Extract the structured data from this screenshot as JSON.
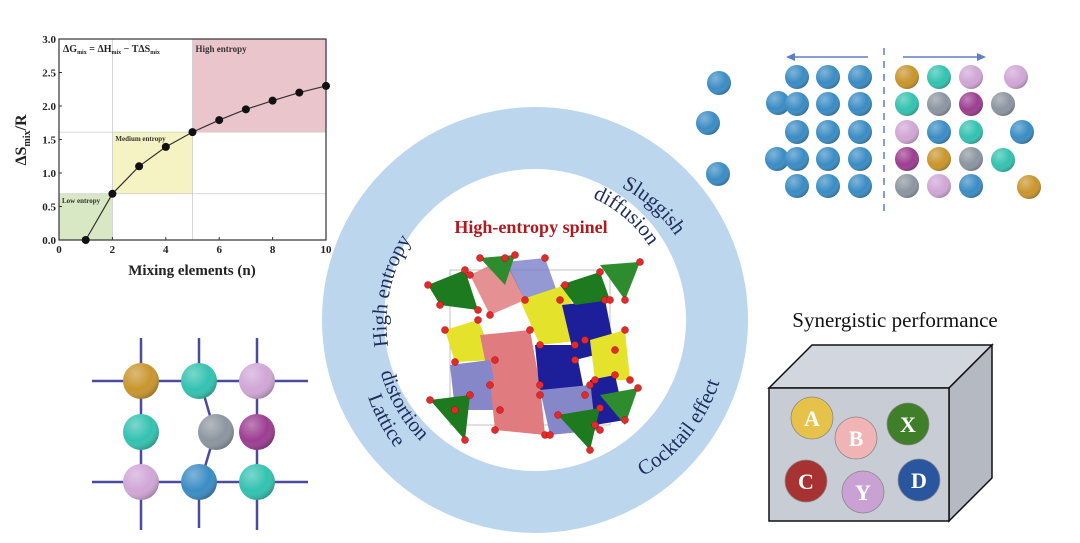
{
  "chart_data": {
    "type": "line",
    "title": "",
    "formula": "ΔG_mix = ΔH_mix − TΔS_mix",
    "formula_parts": {
      "a": "ΔG",
      "a_sub": "mix",
      "eq": " = ",
      "b": "ΔH",
      "b_sub": "mix",
      "minus": " − TΔS",
      "c_sub": "mix"
    },
    "xlabel": "Mixing elements (n)",
    "ylabel_main": "ΔS",
    "ylabel_sub": "mix",
    "ylabel_tail": "/R",
    "xlim": [
      0,
      10
    ],
    "ylim": [
      0.0,
      3.0
    ],
    "xticks": [
      0,
      2,
      4,
      6,
      8,
      10
    ],
    "yticks": [
      "0.0",
      "0.5",
      "1.0",
      "1.5",
      "2.0",
      "2.5",
      "3.0"
    ],
    "ytick_values": [
      0.0,
      0.5,
      1.0,
      1.5,
      2.0,
      2.5,
      3.0
    ],
    "x": [
      1,
      2,
      3,
      4,
      5,
      6,
      7,
      8,
      9,
      10
    ],
    "y": [
      0.0,
      0.69,
      1.1,
      1.39,
      1.61,
      1.79,
      1.95,
      2.08,
      2.2,
      2.3
    ],
    "regions": [
      {
        "name": "Low entropy",
        "x": [
          0,
          2
        ],
        "y": [
          0,
          0.69
        ],
        "color": "#d9e8c4"
      },
      {
        "name": "Medium entropy",
        "x": [
          2,
          5
        ],
        "y": [
          0.69,
          1.61
        ],
        "color": "#f5f2c4"
      },
      {
        "name": "High entropy",
        "x": [
          5,
          10
        ],
        "y": [
          1.61,
          3.0
        ],
        "color": "#ebc5cc"
      }
    ],
    "grid_refs": {
      "x": [
        2,
        5
      ],
      "y": [
        0.69,
        1.61
      ]
    }
  },
  "center": {
    "title": "High-entropy spinel",
    "ring_labels": {
      "top_left": "High entropy",
      "top_right_1": "Sluggish",
      "top_right_2": "diffusion",
      "bottom_left_1": "Lattice",
      "bottom_left_2": "distortion",
      "bottom_right": "Cocktail effect"
    }
  },
  "synergy": {
    "title": "Synergistic performance",
    "balls": [
      {
        "label": "A",
        "color": "#e6c24a"
      },
      {
        "label": "B",
        "color": "#f0b4b4"
      },
      {
        "label": "X",
        "color": "#3f7f2a"
      },
      {
        "label": "C",
        "color": "#a83232"
      },
      {
        "label": "Y",
        "color": "#c9a1d2"
      },
      {
        "label": "D",
        "color": "#2a56a0"
      }
    ]
  },
  "colors": {
    "ring": "#bcd6ee",
    "ring_text": "#1e2d5c",
    "spinel_title": "#b0191e",
    "blue_atom": "#3a8cc4",
    "gold": "#c9952c",
    "teal": "#33c2b0",
    "lilac": "#d0a6d6",
    "magenta": "#9c3d91",
    "gray": "#8c95a0",
    "lattice_line": "#4b4aa0"
  }
}
